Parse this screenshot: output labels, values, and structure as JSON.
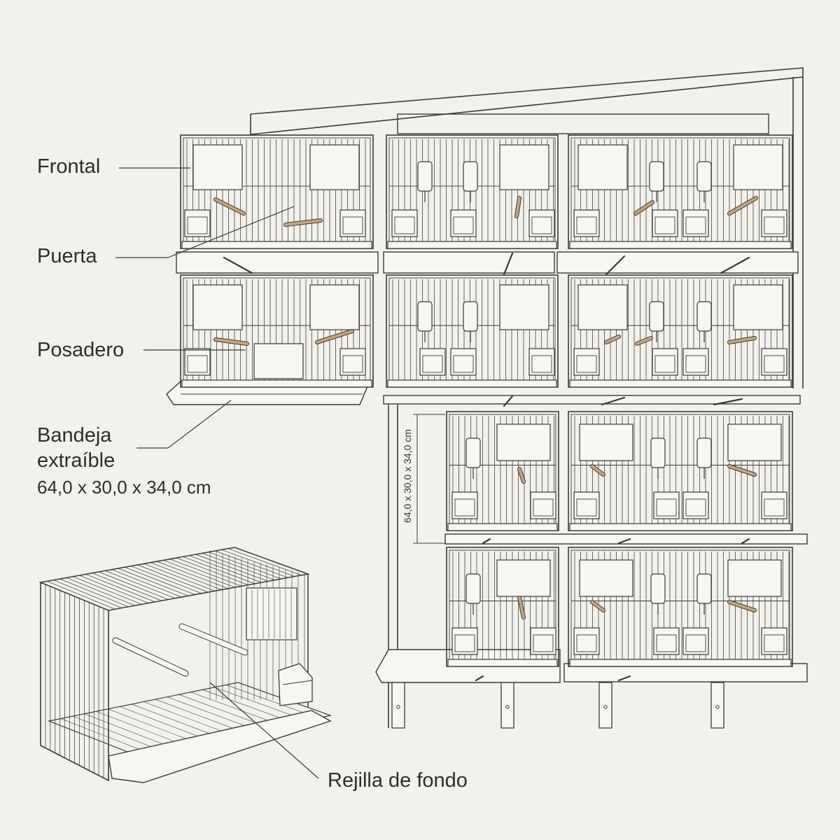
{
  "labels": {
    "frontal": "Frontal",
    "puerta": "Puerta",
    "posadero": "Posadero",
    "bandeja_line1": "Bandeja",
    "bandeja_line2": "extraíble",
    "dimensions": "64,0 x 30,0 x 34,0 cm",
    "rejilla": "Rejilla de fondo"
  },
  "dimension_vertical": "64,0 x 30,0 x 34,0 cm",
  "colors": {
    "background": "#f2f1ec",
    "line": "#3a3a3a",
    "perch": "#c9a57a",
    "fill": "#f7f6f2"
  }
}
